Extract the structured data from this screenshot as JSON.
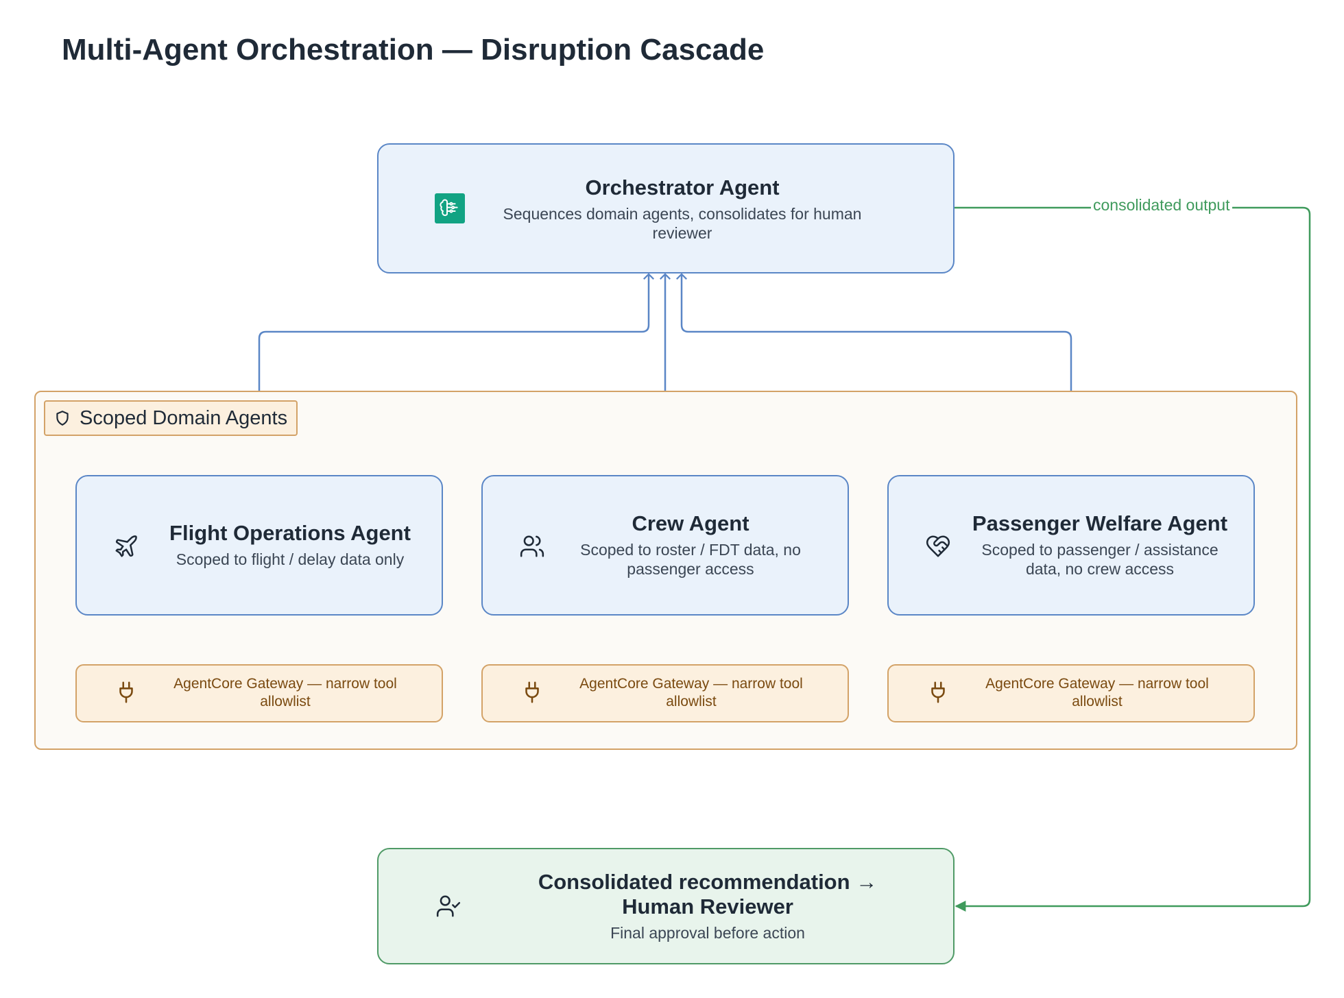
{
  "title": "Multi-Agent Orchestration — Disruption Cascade",
  "orchestrator": {
    "title": "Orchestrator Agent",
    "subtitle": "Sequences domain agents, consolidates for human reviewer",
    "icon": "brain-chip-icon"
  },
  "scope_group": {
    "label": "Scoped Domain Agents",
    "icon": "shield-icon"
  },
  "agents": [
    {
      "title": "Flight Operations Agent",
      "subtitle": "Scoped to flight / delay data only",
      "icon": "plane-icon"
    },
    {
      "title": "Crew Agent",
      "subtitle": "Scoped to roster / FDT data, no passenger access",
      "icon": "users-icon"
    },
    {
      "title": "Passenger Welfare Agent",
      "subtitle": "Scoped to passenger / assistance data, no crew access",
      "icon": "heart-handshake-icon"
    }
  ],
  "gateways": [
    {
      "label": "AgentCore Gateway — narrow tool allowlist",
      "icon": "plug-icon"
    },
    {
      "label": "AgentCore Gateway — narrow tool allowlist",
      "icon": "plug-icon"
    },
    {
      "label": "AgentCore Gateway — narrow tool allowlist",
      "icon": "plug-icon"
    }
  ],
  "final": {
    "title": "Consolidated recommendation → Human Reviewer",
    "subtitle": "Final approval before action",
    "icon": "user-check-icon"
  },
  "edges": {
    "consolidated_label": "consolidated output"
  },
  "colors": {
    "agent_fill": "#eaf2fb",
    "agent_border": "#5a86c6",
    "gateway_fill": "#fcf0df",
    "gateway_border": "#d3a267",
    "final_fill": "#e8f4ec",
    "final_border": "#4f9a66",
    "orchestrator_icon": "#12a383"
  }
}
